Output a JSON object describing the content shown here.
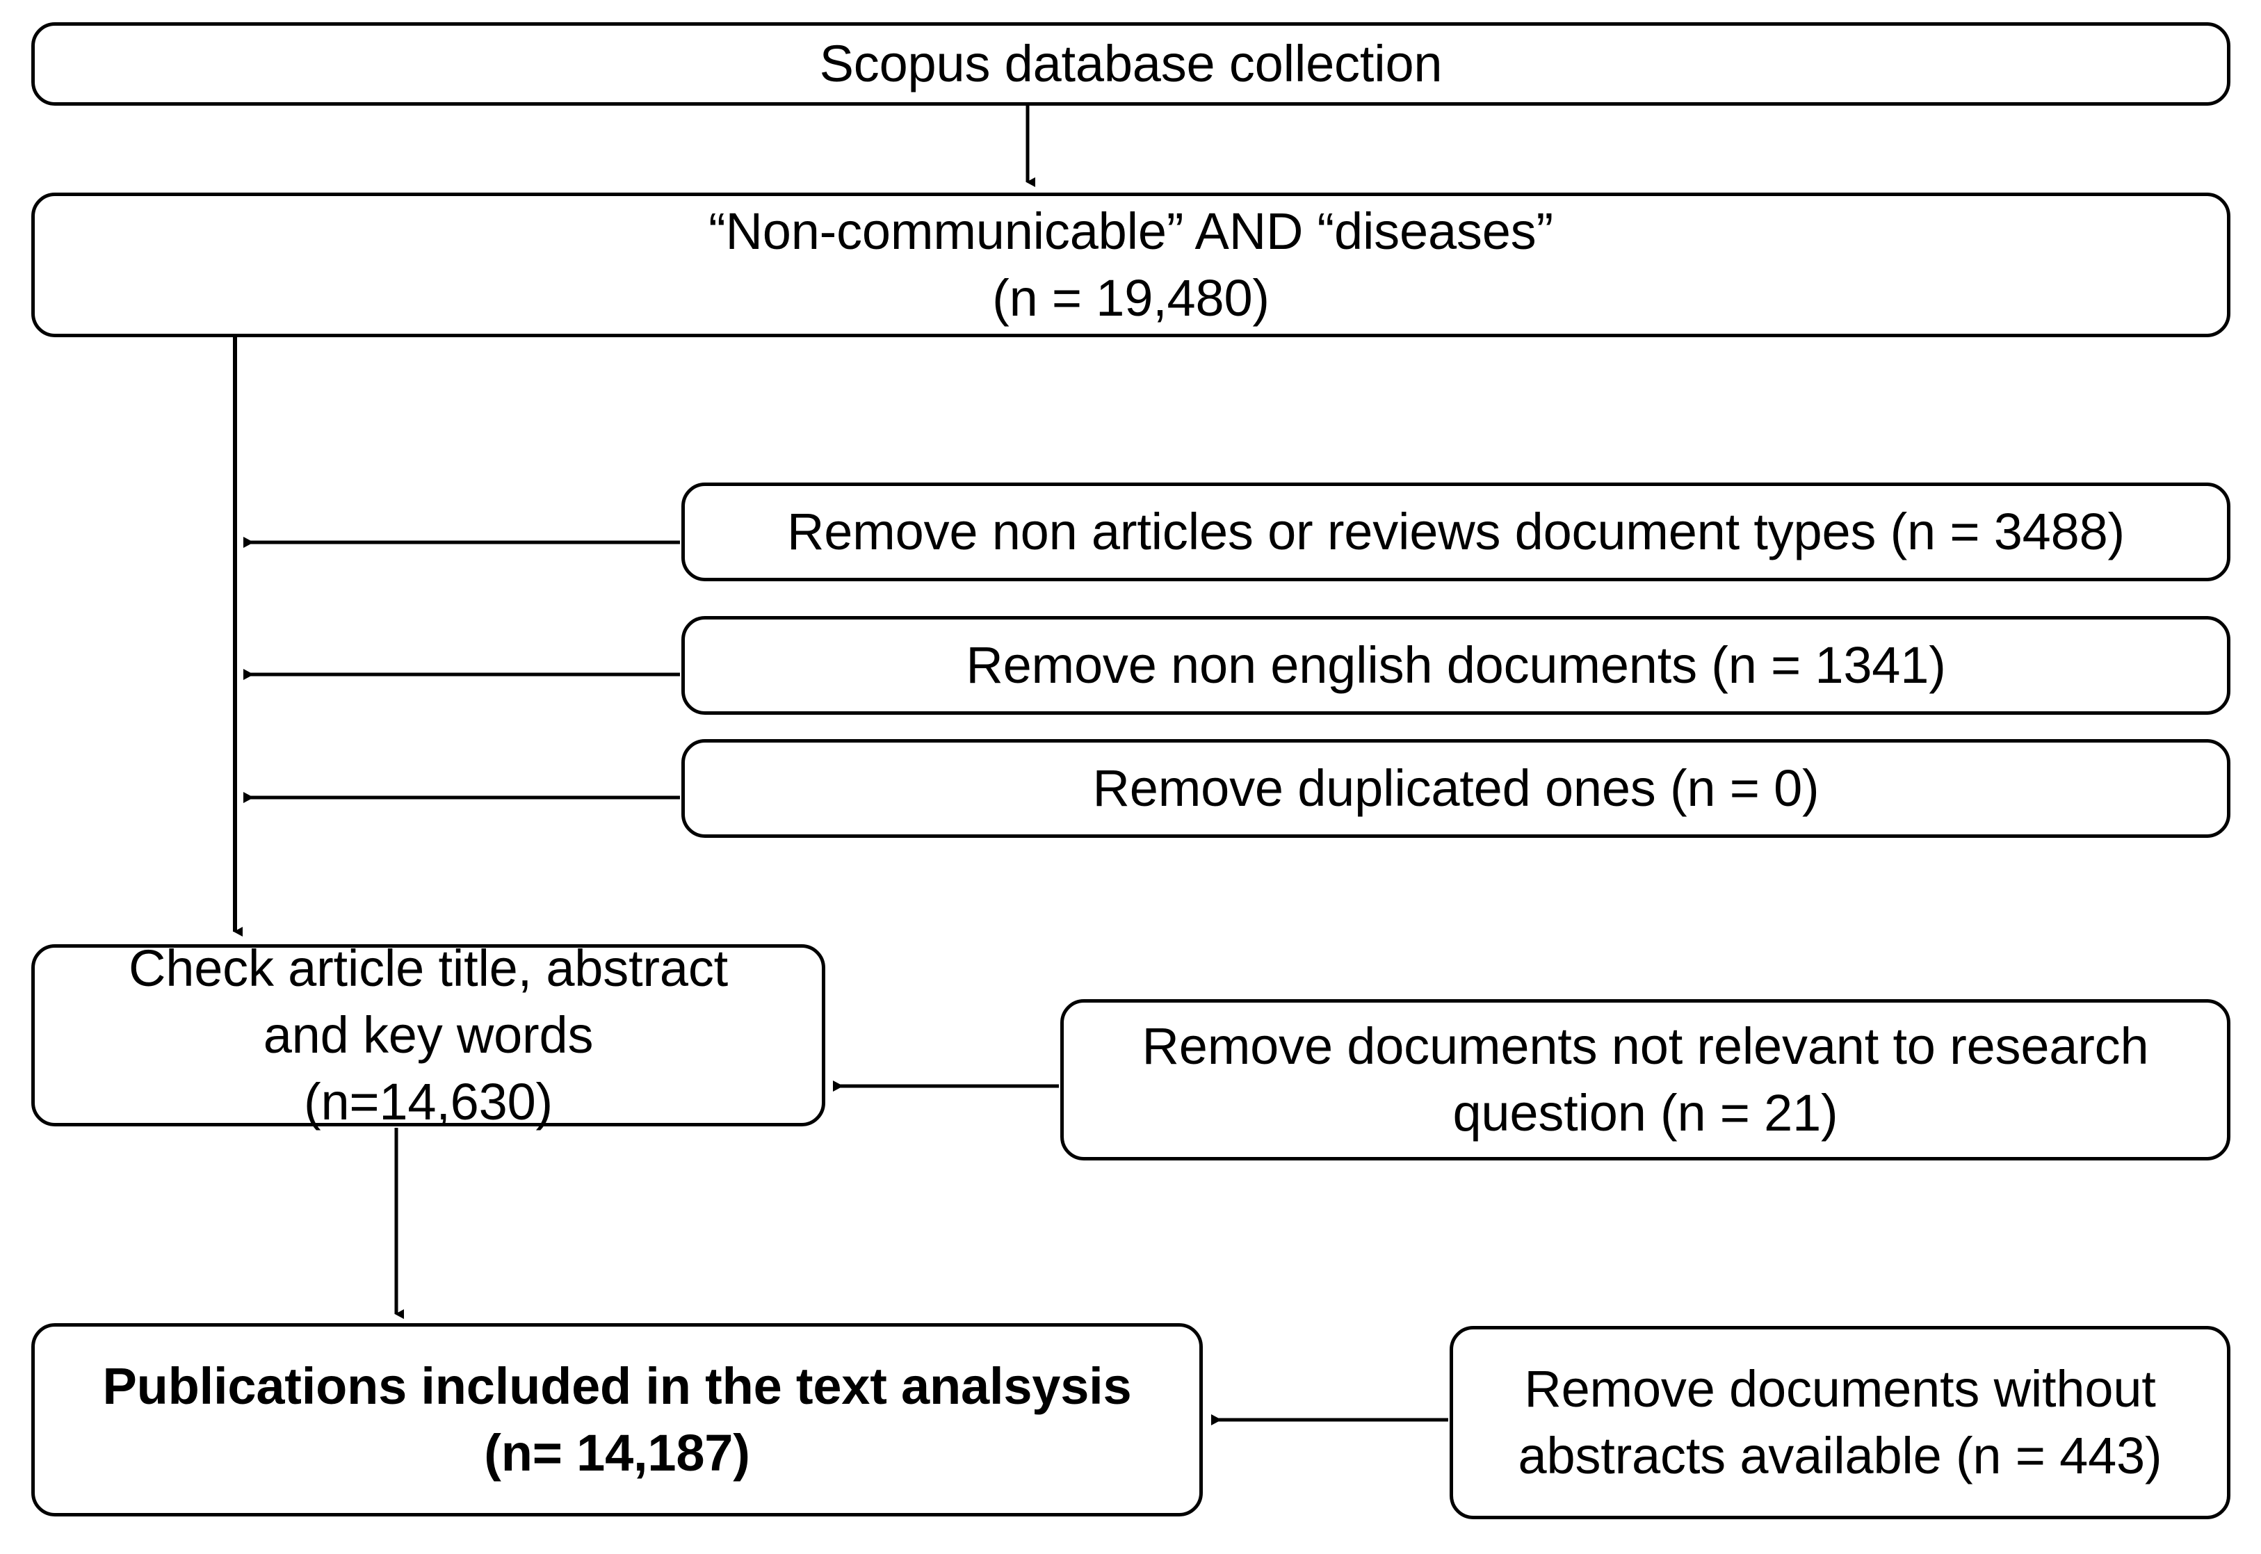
{
  "diagram": {
    "title": "Scopus literature screening flow diagram",
    "line_color": "#000000",
    "background_color": "#ffffff",
    "nodes": {
      "source": {
        "label": "Scopus database collection"
      },
      "query": {
        "label": "“Non-communicable” AND “diseases”\n(n = 19,480)"
      },
      "exclude_doctype": {
        "label": "Remove non articles or reviews document types  (n = 3488)"
      },
      "exclude_language": {
        "label": "Remove non english documents (n = 1341)"
      },
      "exclude_duplicate": {
        "label": "Remove duplicated ones (n = 0)"
      },
      "screen": {
        "label": "Check article title, abstract\nand key words\n(n=14,630)"
      },
      "exclude_relevance": {
        "label": "Remove documents not relevant to research\nquestion (n = 21)"
      },
      "included": {
        "label": "Publications included in the text analsysis\n(n= 14,187)"
      },
      "exclude_abstract": {
        "label": "Remove documents without\nabstracts available (n = 443)"
      }
    }
  },
  "chart_data": {
    "type": "diagram",
    "title": "Scopus literature screening flow diagram",
    "stages": [
      {
        "id": "source",
        "label": "Scopus database collection",
        "n": null
      },
      {
        "id": "query",
        "label": "“Non-communicable” AND “diseases”",
        "n": 19480
      },
      {
        "id": "screen",
        "label": "Check article title, abstract and key words",
        "n": 14630
      },
      {
        "id": "included",
        "label": "Publications included in the text analsysis",
        "n": 14187
      }
    ],
    "exclusions": [
      {
        "id": "exclude_doctype",
        "label": "Remove non articles or reviews document types",
        "n": 3488
      },
      {
        "id": "exclude_language",
        "label": "Remove non english documents",
        "n": 1341
      },
      {
        "id": "exclude_duplicate",
        "label": "Remove duplicated ones",
        "n": 0
      },
      {
        "id": "exclude_relevance",
        "label": "Remove documents not relevant to research question",
        "n": 21
      },
      {
        "id": "exclude_abstract",
        "label": "Remove documents without abstracts available",
        "n": 443
      }
    ],
    "edges": [
      {
        "from": "source",
        "to": "query",
        "kind": "flow"
      },
      {
        "from": "query",
        "to": "screen",
        "kind": "flow"
      },
      {
        "from": "exclude_doctype",
        "to": "query_spine",
        "kind": "exclusion"
      },
      {
        "from": "exclude_language",
        "to": "query_spine",
        "kind": "exclusion"
      },
      {
        "from": "exclude_duplicate",
        "to": "query_spine",
        "kind": "exclusion"
      },
      {
        "from": "exclude_relevance",
        "to": "screen",
        "kind": "exclusion"
      },
      {
        "from": "screen",
        "to": "included",
        "kind": "flow"
      },
      {
        "from": "exclude_abstract",
        "to": "included",
        "kind": "exclusion"
      }
    ]
  }
}
